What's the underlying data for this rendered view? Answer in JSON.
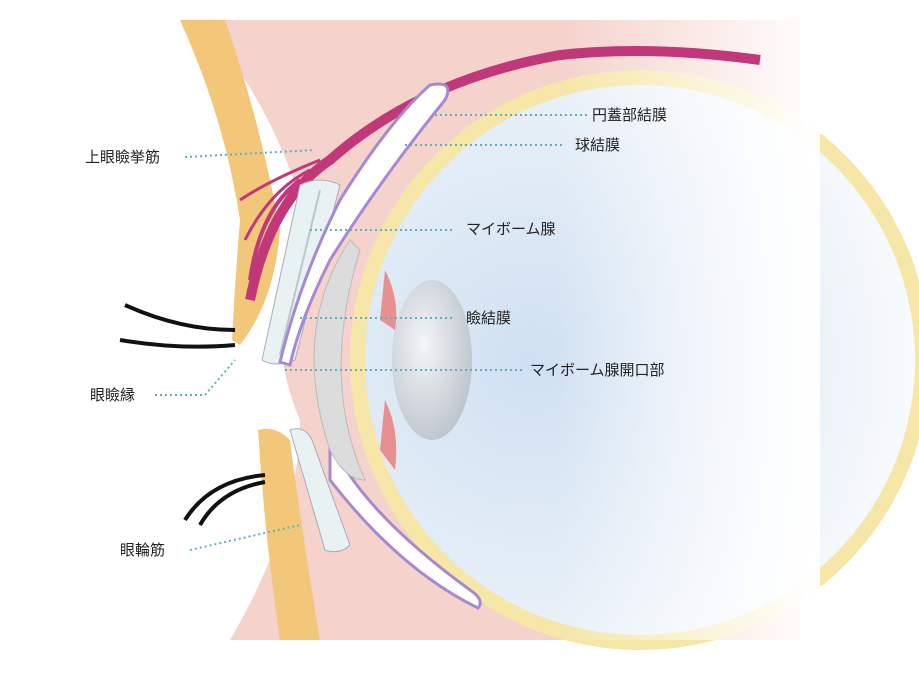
{
  "title": "Eyelid and conjunctiva cross-section",
  "labels": {
    "fornix_conjunctiva": "円蓋部結膜",
    "bulbar_conjunctiva": "球結膜",
    "levator_muscle": "上眼瞼挙筋",
    "meibomian_gland": "マイボーム腺",
    "palpebral_conjunctiva": "瞼結膜",
    "meibomian_orifice": "マイボーム腺開口部",
    "eyelid_margin": "眼瞼縁",
    "orbicularis_muscle": "眼輪筋"
  },
  "colors": {
    "skin": "#f2c77a",
    "tissue": "#f0c4c0",
    "muscle": "#c0387a",
    "eye": "#dbe8f4",
    "leader": "#5fb0bd"
  }
}
